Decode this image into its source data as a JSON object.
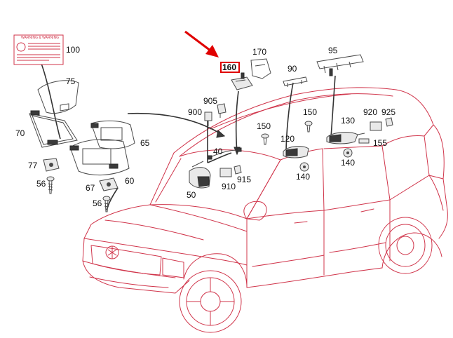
{
  "diagram": {
    "highlighted_part": "160",
    "label_sticker_text": "WARNING & WARNING",
    "accent_color": "#e00000",
    "car_line_color": "#d0344a",
    "part_labels": {
      "p100": "100",
      "p75": "75",
      "p70": "70",
      "p77": "77",
      "p56a": "56",
      "p56b": "56",
      "p67": "67",
      "p60": "60",
      "p65": "65",
      "p905": "905",
      "p900": "900",
      "p40": "40",
      "p50": "50",
      "p910": "910",
      "p915": "915",
      "p170": "170",
      "p160": "160",
      "p90": "90",
      "p95": "95",
      "p150a": "150",
      "p150b": "150",
      "p120": "120",
      "p140a": "140",
      "p140b": "140",
      "p130": "130",
      "p920": "920",
      "p925": "925",
      "p155": "155"
    }
  }
}
